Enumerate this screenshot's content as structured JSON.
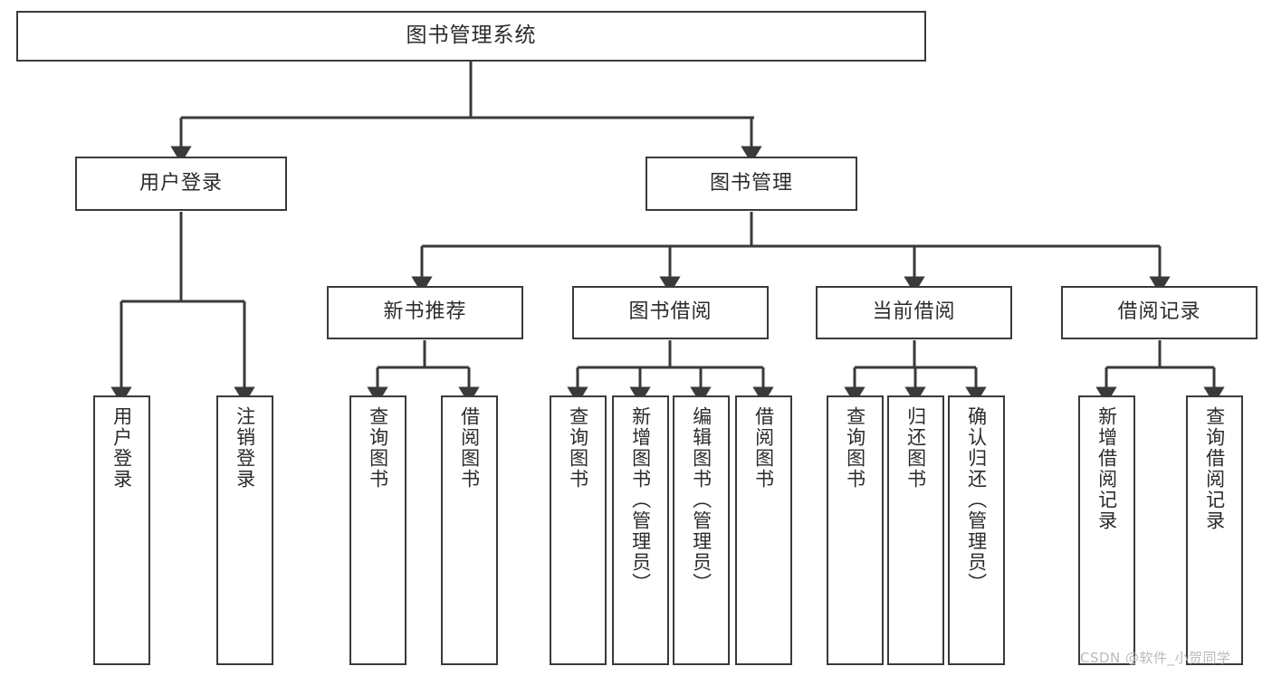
{
  "diagram": {
    "type": "tree",
    "title": "图书管理系统",
    "orientation": "top-down",
    "colors": {
      "background": "#ffffff",
      "box_border": "#3a3a3a",
      "box_fill": "#ffffff",
      "connector": "#3a3a3a",
      "text": "#2b2b2b",
      "watermark": "#b9b9b9"
    }
  },
  "nodes": {
    "root": {
      "label": "图书管理系统"
    },
    "level1": [
      {
        "label": "用户登录"
      },
      {
        "label": "图书管理"
      }
    ],
    "level2": [
      {
        "label": "新书推荐"
      },
      {
        "label": "图书借阅"
      },
      {
        "label": "当前借阅"
      },
      {
        "label": "借阅记录"
      }
    ],
    "leaves": {
      "user_login": [
        {
          "label": "用户登录"
        },
        {
          "label": "注销登录"
        }
      ],
      "new_book_recommend": [
        {
          "label": "查询图书"
        },
        {
          "label": "借阅图书"
        }
      ],
      "book_borrow": [
        {
          "label": "查询图书"
        },
        {
          "label": "新增图书（管理员）"
        },
        {
          "label": "编辑图书（管理员）"
        },
        {
          "label": "借阅图书"
        }
      ],
      "current_borrow": [
        {
          "label": "查询图书"
        },
        {
          "label": "归还图书"
        },
        {
          "label": "确认归还（管理员）"
        }
      ],
      "borrow_record": [
        {
          "label": "新增借阅记录"
        },
        {
          "label": "查询借阅记录"
        }
      ]
    }
  },
  "watermark": {
    "text": "CSDN @软件_小贺同学"
  }
}
